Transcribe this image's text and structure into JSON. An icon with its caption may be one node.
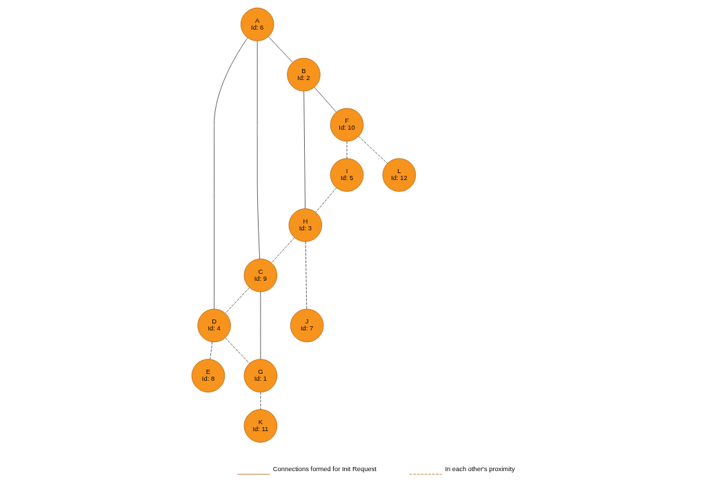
{
  "diagram": {
    "nodes": [
      {
        "text": [
          "A",
          "Id: 6"
        ]
      },
      {
        "text": [
          "D",
          "Id: 4"
        ]
      },
      {
        "text": [
          "B",
          "Id: 2"
        ]
      },
      {
        "text": [
          "C",
          "Id: 9"
        ]
      },
      {
        "text": [
          "E",
          "Id: 8"
        ]
      },
      {
        "text": [
          "H",
          "Id: 3"
        ]
      },
      {
        "text": [
          "G",
          "Id: 1"
        ]
      },
      {
        "text": [
          "F",
          "Id: 10"
        ]
      },
      {
        "text": [
          "I",
          "Id: 5"
        ]
      },
      {
        "text": [
          "K",
          "Id: 11"
        ]
      },
      {
        "text": [
          "L",
          "Id: 12"
        ]
      },
      {
        "text": [
          "J",
          "Id: 7"
        ]
      }
    ],
    "edges": [
      {
        "from": 0,
        "to": 2,
        "arrow": "none"
      },
      {
        "from": 0,
        "to": 3,
        "arrow": "none"
      },
      {
        "from": 0,
        "to": 1,
        "arrow": "none"
      },
      {
        "from": 2,
        "to": 7,
        "arrow": "none"
      },
      {
        "from": 2,
        "to": 5,
        "arrow": "none"
      },
      {
        "from": 3,
        "to": 6,
        "arrow": "none"
      },
      {
        "from": 3,
        "to": 1,
        "arrow": "none",
        "style": "dashed"
      },
      {
        "from": 5,
        "to": 3,
        "arrow": "none",
        "style": "dashed"
      },
      {
        "from": 1,
        "to": 6,
        "arrow": "none",
        "style": "dashed"
      },
      {
        "from": 1,
        "to": 4,
        "arrow": "none",
        "style": "dashed"
      },
      {
        "from": 7,
        "to": 8,
        "arrow": "none",
        "style": "dashed"
      },
      {
        "from": 8,
        "to": 5,
        "arrow": "none",
        "style": "dashed"
      },
      {
        "from": 7,
        "to": 10,
        "arrow": "none",
        "style": "dashed"
      },
      {
        "from": 5,
        "to": 11,
        "arrow": "none",
        "style": "dashed"
      },
      {
        "from": 6,
        "to": 9,
        "arrow": "none",
        "style": "dashed"
      }
    ],
    "legend": [
      {
        "text": "Connections formed for Init Request"
      },
      {
        "text": "In each other's proximity"
      }
    ]
  }
}
